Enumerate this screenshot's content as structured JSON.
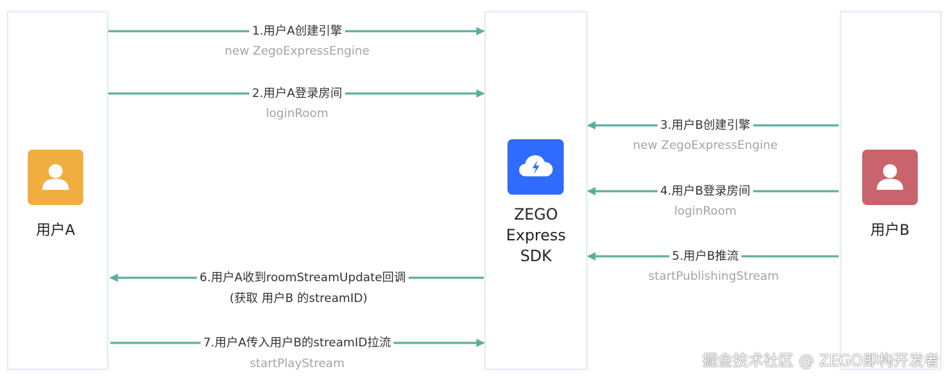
{
  "colors": {
    "arrow": "#5aae9c",
    "user_a": "#f0ae41",
    "user_b": "#c9636c",
    "sdk": "#2f6bff"
  },
  "actors": {
    "user_a": {
      "label": "用户A",
      "icon": "user-icon"
    },
    "sdk": {
      "name_lines": [
        "ZEGO",
        "Express",
        "SDK"
      ],
      "icon": "cloud-lightning-icon"
    },
    "user_b": {
      "label": "用户B",
      "icon": "user-icon"
    }
  },
  "steps": [
    {
      "label": "1.用户A创建引擎",
      "api": "new ZegoExpressEngine",
      "from": "user_a",
      "to": "sdk"
    },
    {
      "label": "2.用户A登录房间",
      "api": "loginRoom",
      "from": "user_a",
      "to": "sdk"
    },
    {
      "label": "3.用户B创建引擎",
      "api": "new ZegoExpressEngine",
      "from": "user_b",
      "to": "sdk"
    },
    {
      "label": "4.用户B登录房间",
      "api": "loginRoom",
      "from": "user_b",
      "to": "sdk"
    },
    {
      "label": "5.用户B推流",
      "api": "startPublishingStream",
      "from": "user_b",
      "to": "sdk"
    },
    {
      "label": "6.用户A收到roomStreamUpdate回调",
      "api": "(获取 用户B 的streamID)",
      "from": "sdk",
      "to": "user_a"
    },
    {
      "label": "7.用户A传入用户B的streamID拉流",
      "api": "startPlayStream",
      "from": "user_a",
      "to": "sdk"
    }
  ],
  "watermark": "掘金技术社区 @ ZEGO即构开发者"
}
